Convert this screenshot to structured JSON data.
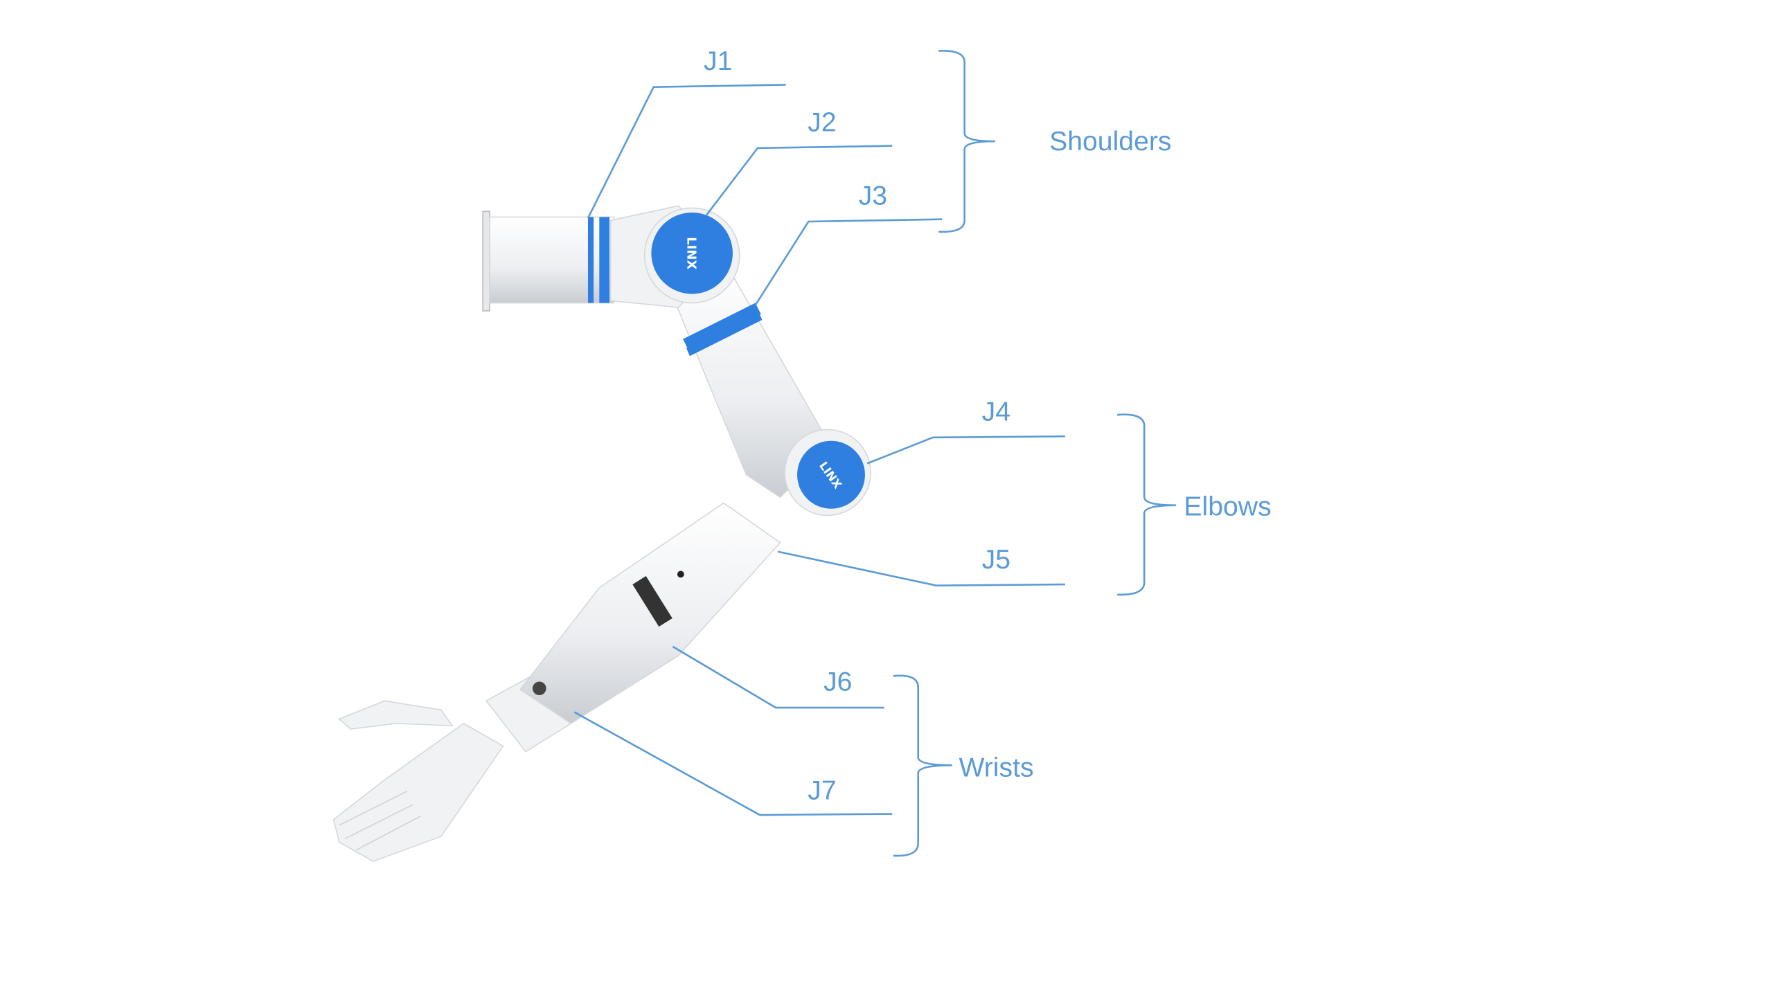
{
  "colors": {
    "label": "#5b9bd5",
    "joint_blue": "#2f7fe0",
    "body": "#f1f2f4"
  },
  "logo_text": "LINX",
  "joints": [
    "J1",
    "J2",
    "J3",
    "J4",
    "J5",
    "J6",
    "J7"
  ],
  "groups": {
    "shoulders": "Shoulders",
    "elbows": "Elbows",
    "wrists": "Wrists"
  }
}
